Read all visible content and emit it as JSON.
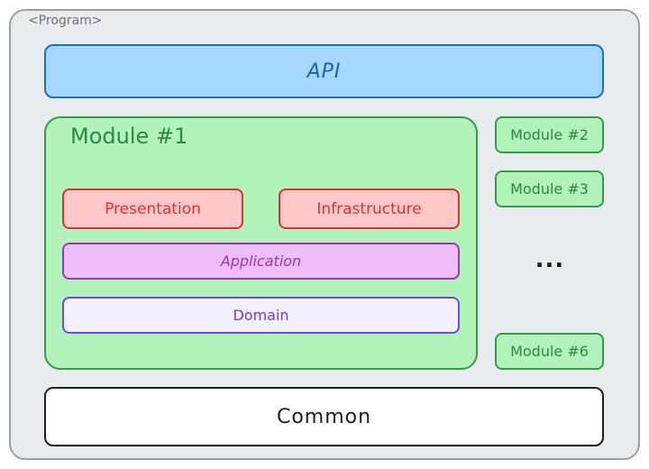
{
  "program": {
    "label": "<Program>"
  },
  "api": {
    "label": "API"
  },
  "module1": {
    "title": "Module #1",
    "layers": {
      "presentation": "Presentation",
      "infrastructure": "Infrastructure",
      "application": "Application",
      "domain": "Domain"
    }
  },
  "modules": {
    "module2": "Module #2",
    "module3": "Module #3",
    "ellipsis": "...",
    "module6": "Module #6"
  },
  "common": {
    "label": "Common"
  },
  "colors": {
    "program_fill": "#e9ecef",
    "api_fill": "#a5d8ff",
    "module_fill": "#b2f2bb",
    "presentation_fill": "#ffc9c9",
    "application_fill": "#eebefa",
    "domain_fill": "#f3f0ff",
    "common_fill": "#ffffff"
  }
}
